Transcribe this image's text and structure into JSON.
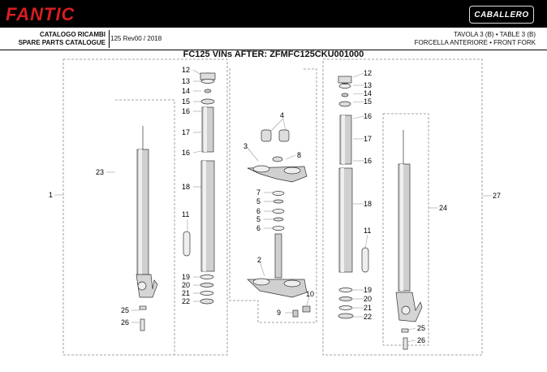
{
  "brand": {
    "logo_text": "FANTIC",
    "model_badge": "CABALLERO"
  },
  "header": {
    "catalog_it": "CATALOGO RICAMBI",
    "catalog_en": "SPARE PARTS CATALOGUE",
    "revision": "125 Rev00 / 2018",
    "table": "TAVOLA 3 (B) • TABLE 3 (B)",
    "section": "FORCELLA ANTERIORE • FRONT FORK"
  },
  "title": "FC125 VINs AFTER: ZFMFC125CKU001000",
  "callouts": {
    "c1": "1",
    "c2": "2",
    "c3": "3",
    "c4": "4",
    "c5a": "5",
    "c5b": "5",
    "c6a": "6",
    "c6b": "6",
    "c7": "7",
    "c8": "8",
    "c9": "9",
    "c10": "10",
    "l11": "11",
    "l12": "12",
    "l13": "13",
    "l14": "14",
    "l15": "15",
    "l16a": "16",
    "l16b": "16",
    "l17": "17",
    "l18": "18",
    "l19": "19",
    "l20": "20",
    "l21": "21",
    "l22": "22",
    "c23": "23",
    "l25": "25",
    "l26": "26",
    "r11": "11",
    "r12": "12",
    "r13": "13",
    "r14": "14",
    "r15": "15",
    "r16a": "16",
    "r16b": "16",
    "r17": "17",
    "r18": "18",
    "r19": "19",
    "r20": "20",
    "r21": "21",
    "r22": "22",
    "c24": "24",
    "r25": "25",
    "r26": "26",
    "c27": "27"
  }
}
